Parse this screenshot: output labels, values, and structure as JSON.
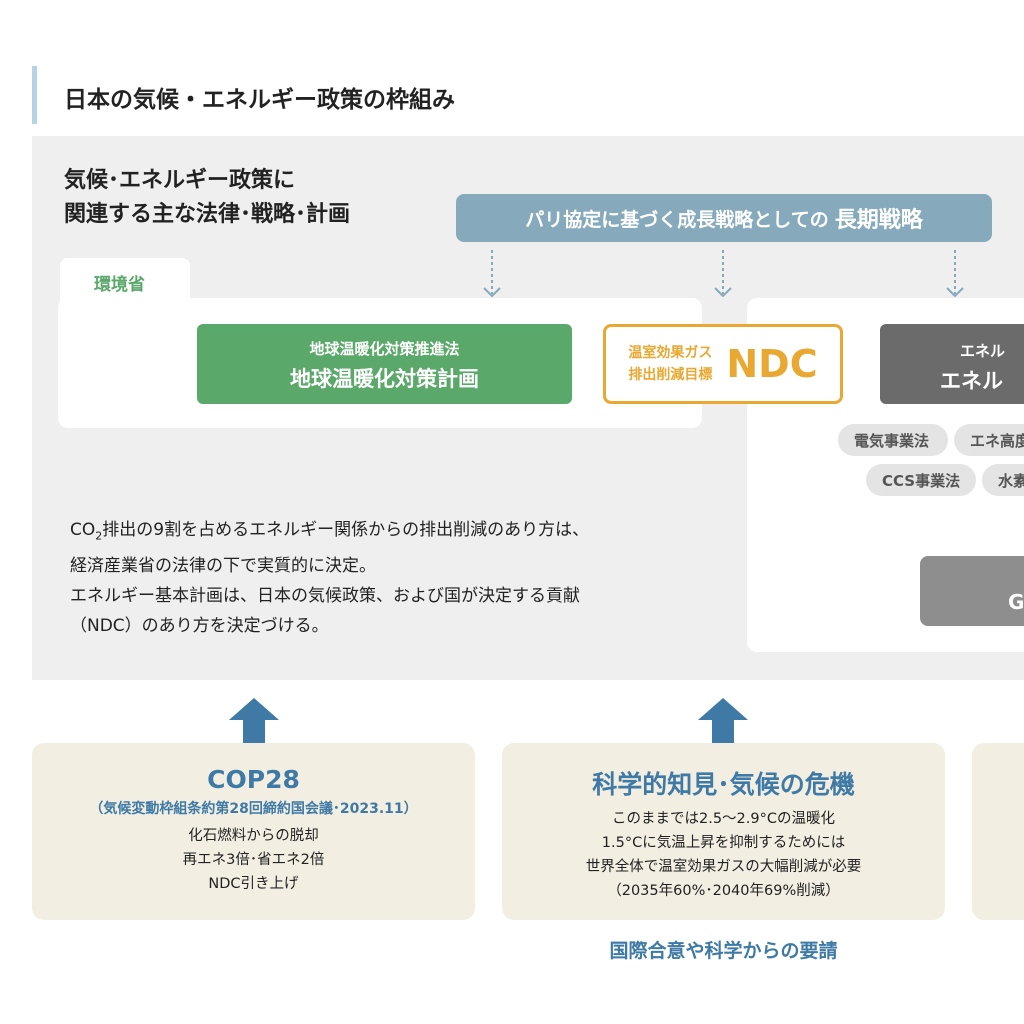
{
  "title": "日本の気候・エネルギー政策の枠組み",
  "heading": [
    "気候･エネルギー政策に",
    "関連する主な法律･戦略･計画"
  ],
  "long_term": {
    "prefix": "パリ協定に基づく成長戦略としての",
    "main": "長期戦略"
  },
  "ministry_tab": "環境省",
  "green_box": {
    "law": "地球温暖化対策推進法",
    "plan": "地球温暖化対策計画"
  },
  "ndc_box": {
    "line1": "温室効果ガス",
    "line2": "排出削減目標",
    "label": "NDC"
  },
  "energy_box": {
    "line1": "エネル",
    "line2": "エネル"
  },
  "chips": [
    "電気事業法",
    "エネ高度",
    "CCS事業法",
    "水素"
  ],
  "gx_box": "G",
  "body_text": {
    "line1_pre": "CO",
    "line1_sub": "2",
    "line1_post": "排出の9割を占めるエネルギー関係からの排出削減のあり方は、",
    "line2": "経済産業省の法律の下で実質的に決定。",
    "line3": "エネルギー基本計画は、日本の気候政策、および国が決定する貢献",
    "line4": "（NDC）のあり方を決定づける。"
  },
  "cards": [
    {
      "title": "COP28",
      "subtitle": "（気候変動枠組条約第28回締約国会議･2023.11）",
      "lines": [
        "化石燃料からの脱却",
        "再エネ3倍･省エネ2倍",
        "NDC引き上げ"
      ]
    },
    {
      "title": "科学的知見･気候の危機",
      "lines": [
        "このままでは2.5〜2.9°Cの温暖化",
        "1.5°Cに気温上昇を抑制するためには",
        "世界全体で温室効果ガスの大幅削減が必要",
        "（2035年60%･2040年69%削減）"
      ]
    }
  ],
  "footer": "国際合意や科学からの要請",
  "colors": {
    "green": "#5aa86a",
    "orange": "#e8a832",
    "blue": "#3f7aa6",
    "teal": "#86aabb"
  }
}
